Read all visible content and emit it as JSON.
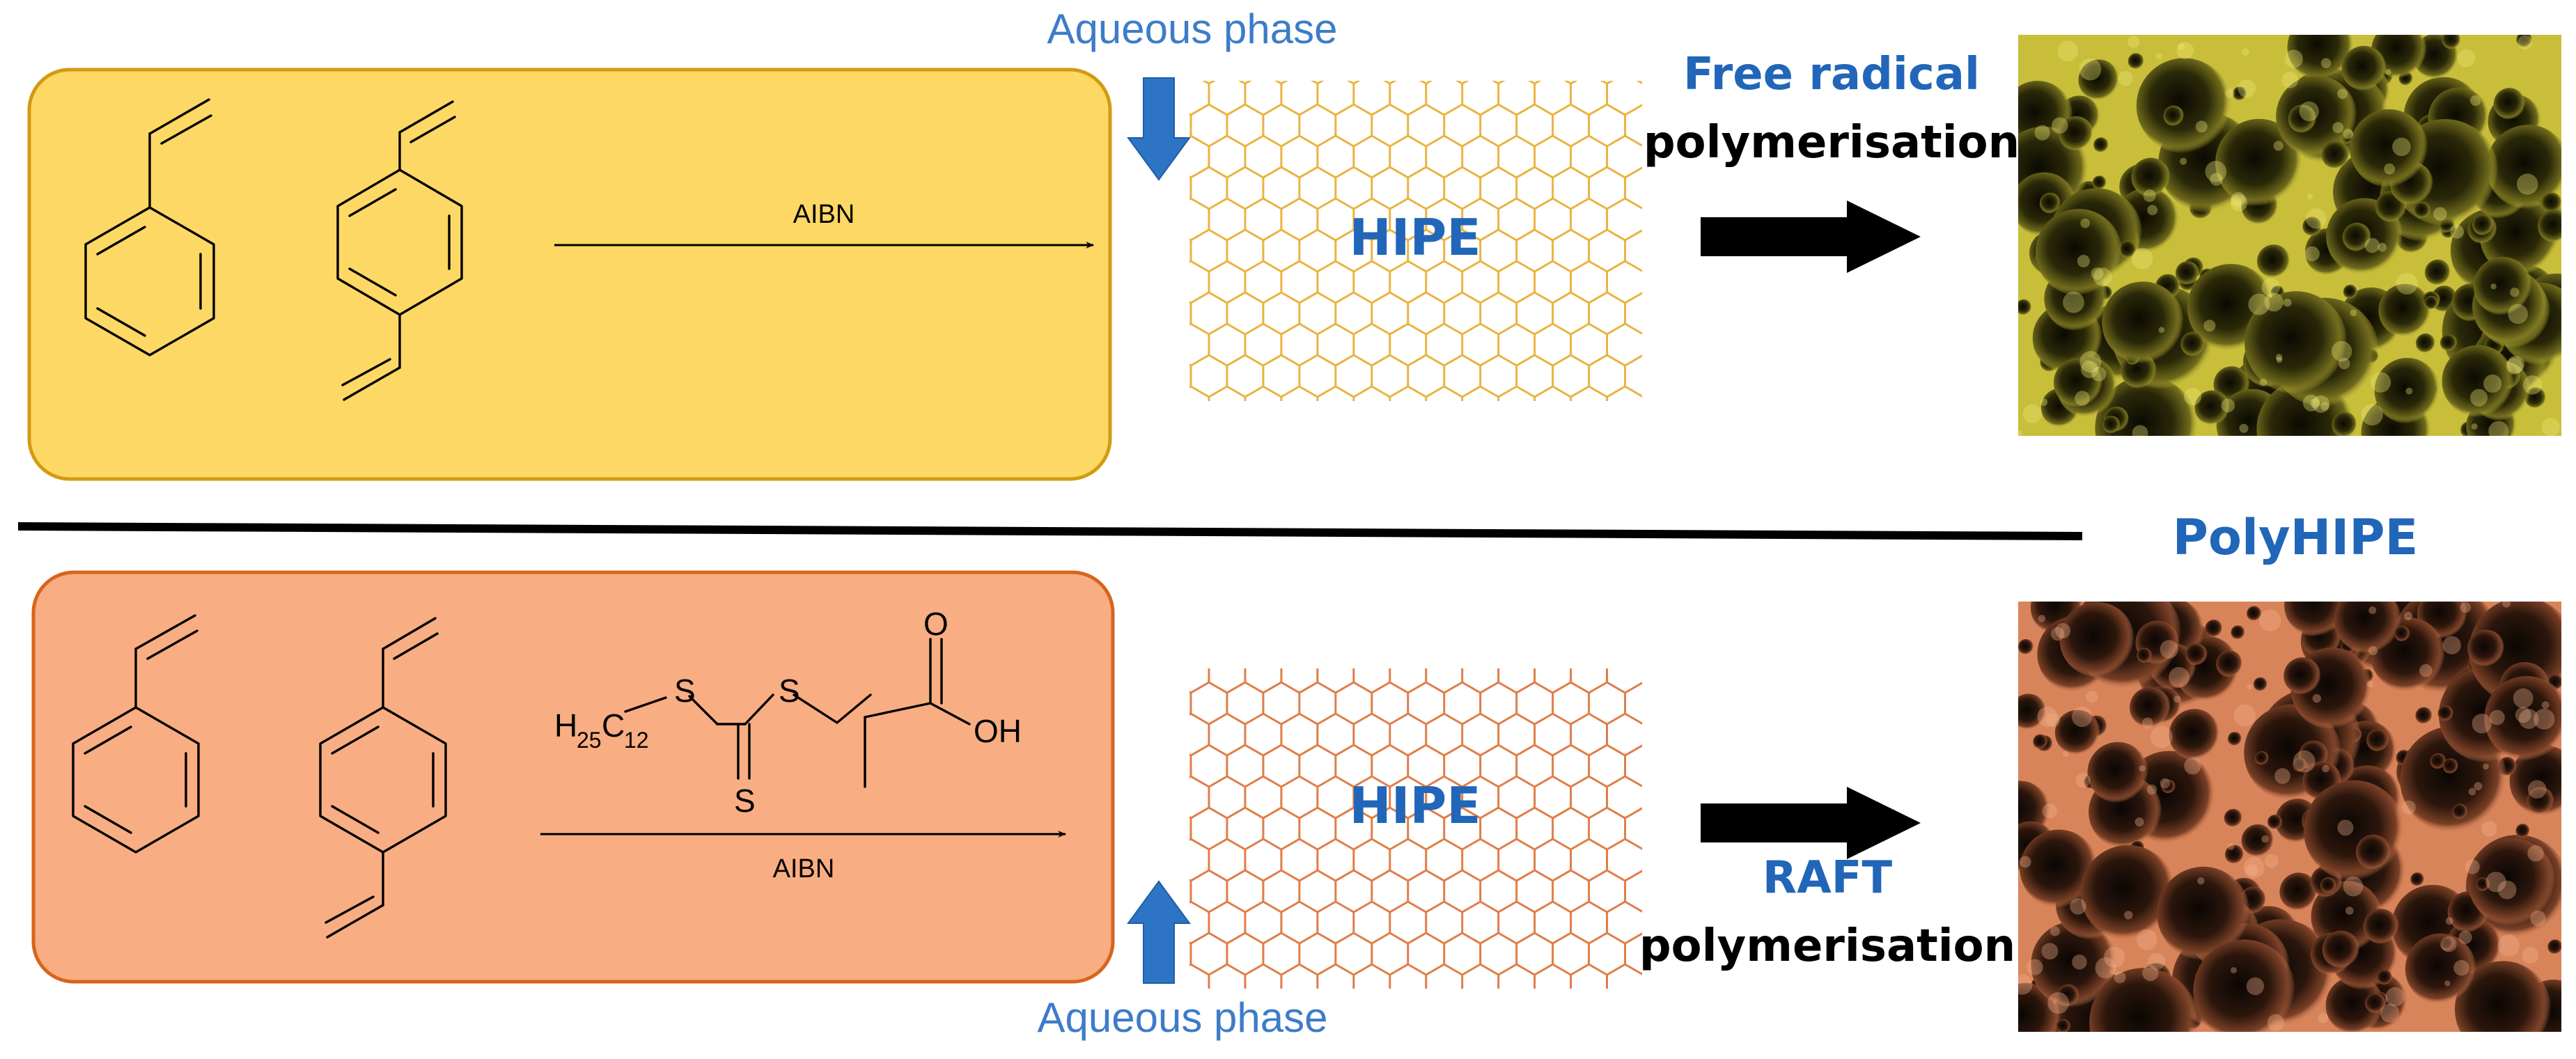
{
  "colors": {
    "top_panel_fill": "#fdd865",
    "top_panel_stroke": "#d39a12",
    "bottom_panel_fill": "#f9ad82",
    "bottom_panel_stroke": "#d8641e",
    "top_mesh": "#eab340",
    "bottom_mesh": "#e07d47",
    "label_blue": "#3d7cc9",
    "label_bold_blue": "#2166b8",
    "arrow_blue": "#2d74c4",
    "top_foam_base": "#c8be3a",
    "bottom_foam_base": "#d8845a"
  },
  "top_route": {
    "aqueous_label": "Aqueous phase",
    "reagent_label": "AIBN",
    "emulsion_label": "HIPE",
    "method_line1": "Free radical",
    "method_line2": "polymerisation",
    "icons": [
      "styrene-structure",
      "divinylbenzene-structure",
      "reaction-arrow",
      "aqueous-down-arrow",
      "hexagonal-mesh",
      "process-arrow",
      "polyhipe-foam-image"
    ]
  },
  "bottom_route": {
    "aqueous_label": "Aqueous phase",
    "reagent_label": "AIBN",
    "raft_agent": {
      "alkyl": "H",
      "alkyl_sub1": "25",
      "alkyl_c": "C",
      "alkyl_sub2": "12",
      "sulfur_1": "S",
      "sulfur_2": "S",
      "sulfur_3": "S",
      "carbonyl_o": "O",
      "hydroxyl": "OH"
    },
    "emulsion_label": "HIPE",
    "method_line1": "RAFT",
    "method_line2": "polymerisation",
    "icons": [
      "styrene-structure",
      "divinylbenzene-structure",
      "reaction-arrow",
      "aqueous-up-arrow",
      "hexagonal-mesh",
      "process-arrow",
      "polyhipe-foam-image"
    ]
  },
  "product_label": "PolyHIPE"
}
